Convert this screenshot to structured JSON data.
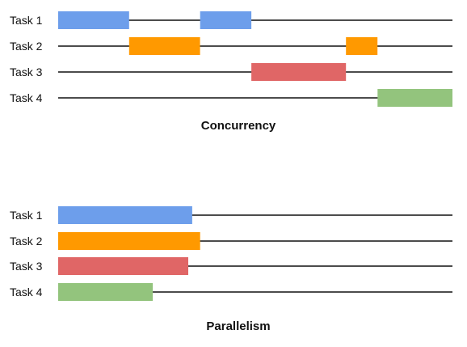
{
  "diagrams": [
    {
      "id": "concurrency",
      "title": "Concurrency",
      "tasks": [
        {
          "label": "Task 1",
          "color": "#6d9eeb",
          "segments": [
            [
              0,
              0.18
            ],
            [
              0.36,
              0.49
            ]
          ]
        },
        {
          "label": "Task 2",
          "color": "#ff9900",
          "segments": [
            [
              0.18,
              0.36
            ],
            [
              0.73,
              0.81
            ]
          ]
        },
        {
          "label": "Task 3",
          "color": "#e06666",
          "segments": [
            [
              0.49,
              0.73
            ]
          ]
        },
        {
          "label": "Task 4",
          "color": "#93c47d",
          "segments": [
            [
              0.81,
              1.0
            ]
          ]
        }
      ]
    },
    {
      "id": "parallelism",
      "title": "Parallelism",
      "tasks": [
        {
          "label": "Task 1",
          "color": "#6d9eeb",
          "segments": [
            [
              0,
              0.34
            ]
          ]
        },
        {
          "label": "Task 2",
          "color": "#ff9900",
          "segments": [
            [
              0,
              0.36
            ]
          ]
        },
        {
          "label": "Task 3",
          "color": "#e06666",
          "segments": [
            [
              0,
              0.33
            ]
          ]
        },
        {
          "label": "Task 4",
          "color": "#93c47d",
          "segments": [
            [
              0,
              0.24
            ]
          ]
        }
      ]
    }
  ]
}
